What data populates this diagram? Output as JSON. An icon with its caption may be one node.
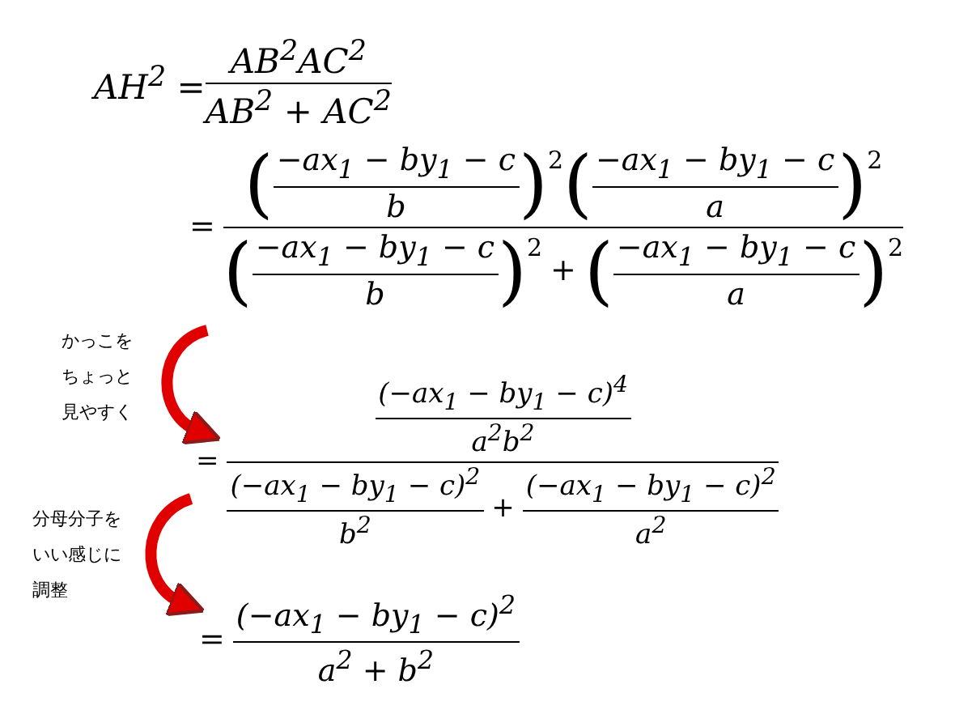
{
  "diagram": {
    "labels": [
      "AH$^{2}$ =",
      "AB$^{2}$AC$^{2}$",
      "AB$^{2}$ + AC$^{2}$",
      "=",
      "(",
      "−ax$_{1}$ − by$_{1}$ − c",
      "b",
      ")",
      "2",
      "(",
      "−ax$_{1}$ − by$_{1}$ − c",
      "a",
      ")",
      "2",
      "(",
      "−ax$_{1}$ − by$_{1}$ − c",
      "b",
      ")",
      "2",
      "+",
      "(",
      "−ax$_{1}$ − by$_{1}$ − c",
      "a",
      ")",
      "2",
      "=",
      "(−ax$_{1}$ − by$_{1}$ − c)$^{4}$",
      "a$^{2}$b$^{2}$",
      "(−ax$_{1}$ − by$_{1}$ − c)$^{2}$",
      "b$^{2}$",
      "+",
      "(−ax$_{1}$ − by$_{1}$ − c)$^{2}$",
      "a$^{2}$",
      "=",
      "(−ax$_{1}$ − by$_{1}$ − c)$^{2}$",
      "a$^{2}$ + b$^{2}$",
      "かっこをちょっと見やすく",
      "分母分子をいい感じに調整"
    ]
  }
}
